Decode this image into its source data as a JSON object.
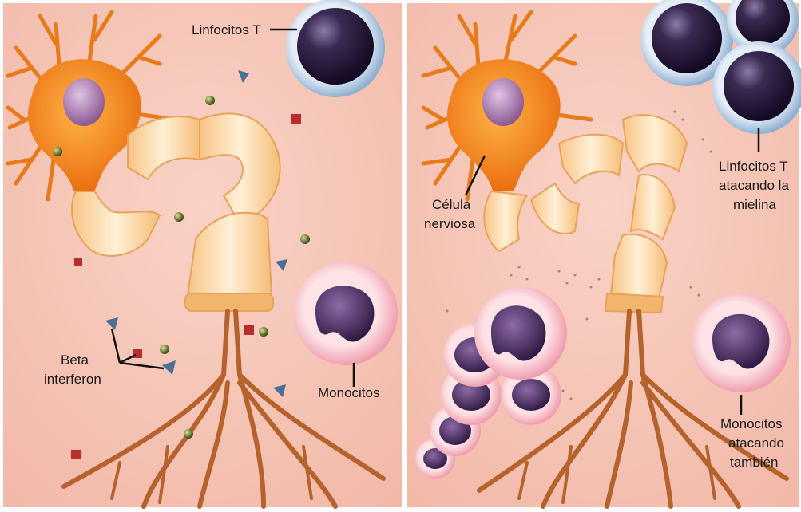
{
  "left_panel": {
    "labels": {
      "t_cells": "Linfocitos T",
      "beta_interferon_line1": "Beta",
      "beta_interferon_line2": "interferon",
      "monocytes": "Monocitos"
    }
  },
  "right_panel": {
    "labels": {
      "nerve_cell_line1": "Célula",
      "nerve_cell_line2": "nerviosa",
      "t_cells_attacking_line1": "Linfocitos T",
      "t_cells_attacking_line2": "atacando la",
      "t_cells_attacking_line3": "mielina",
      "monocytes_attacking_line1": "Monocitos",
      "monocytes_attacking_line2": "atacando",
      "monocytes_attacking_line3": "también"
    }
  },
  "colors": {
    "background": "#f6c8bb",
    "neuron_body": "#f58a1e",
    "nucleus": "#a97ab0",
    "myelin": "#fbd29c",
    "t_cell_outer": "#b9cde2",
    "t_cell_inner": "#2a1a3c",
    "monocyte_outer": "#f3b2bd",
    "monocyte_nucleus": "#3a1f4a",
    "axon_terminal": "#b5622c"
  }
}
